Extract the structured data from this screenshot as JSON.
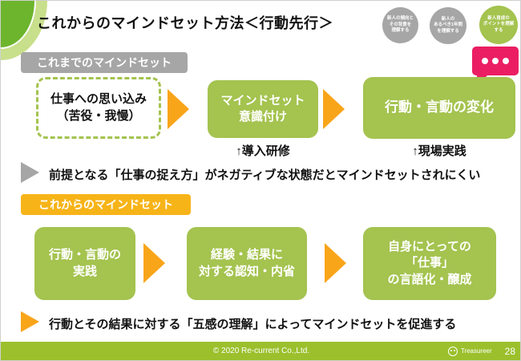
{
  "slide": {
    "title": "これからのマインドセット方法＜行動先行＞",
    "page_number": "28",
    "footer_copyright": "© 2020 Re-current Co.,Ltd.",
    "footer_brand": "Treasureer"
  },
  "agenda_circles": [
    {
      "lines": [
        "新人の傾向と",
        "その背景を",
        "理解する"
      ],
      "active": false
    },
    {
      "lines": [
        "新人の",
        "あるべき1年間",
        "を理解する"
      ],
      "active": false
    },
    {
      "lines": [
        "新人育成の",
        "ポイントを理解",
        "する"
      ],
      "active": true
    }
  ],
  "before_section": {
    "label": "これまでのマインドセット",
    "step1": {
      "line1": "仕事への思い込み",
      "line2": "（苦役・我慢）"
    },
    "step2": {
      "line1": "マインドセット",
      "line2": "意識付け"
    },
    "step3": {
      "line1": "行動・言動の変化"
    },
    "annotation_step2": "↑導入研修",
    "annotation_step3": "↑現場実践",
    "note": "前提となる「仕事の捉え方」がネガティブな状態だとマインドセットされにくい"
  },
  "after_section": {
    "label": "これからのマインドセット",
    "step1": {
      "line1": "行動・言動の",
      "line2": "実践"
    },
    "step2": {
      "line1": "経験・結果に",
      "line2": "対する認知・内省"
    },
    "step3": {
      "line1": "自身にとっての",
      "line2": "「仕事」",
      "line3": "の言語化・醸成"
    },
    "note": "行動とその結果に対する「五感の理解」によってマインドセットを促進する"
  },
  "colors": {
    "box_green": "#a4c34f",
    "arrow_amber": "#f9a51a",
    "label_gray": "#a6a6a6",
    "label_yellow": "#f7b418",
    "bubble_pink": "#eb1e63",
    "footer_green": "#9bc02c",
    "swoosh_dark_green": "#6db52d",
    "swoosh_light_green": "#c8df8b"
  }
}
